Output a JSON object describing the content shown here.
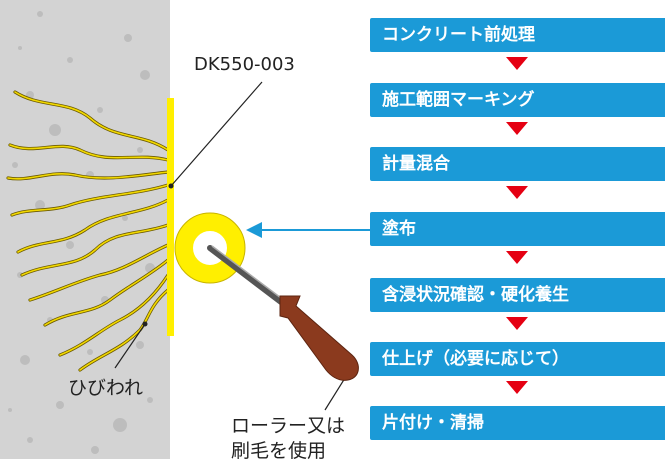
{
  "labels": {
    "product_code": "DK550-003",
    "crack_label": "ひびわれ",
    "roller_label_line1": "ローラー又は",
    "roller_label_line2": "刷毛を使用"
  },
  "steps": [
    "コンクリート前処理",
    "施工範囲マーキング",
    "計量混合",
    "塗布",
    "含浸状況確認・硬化養生",
    "仕上げ（必要に応じて）",
    "片付け・清掃"
  ],
  "colors": {
    "step_box": "#1b9ad7",
    "step_arrow": "#e50012",
    "coating": "#ffef00",
    "concrete": "#d3d3d3",
    "handle": "#8b3a1e"
  }
}
